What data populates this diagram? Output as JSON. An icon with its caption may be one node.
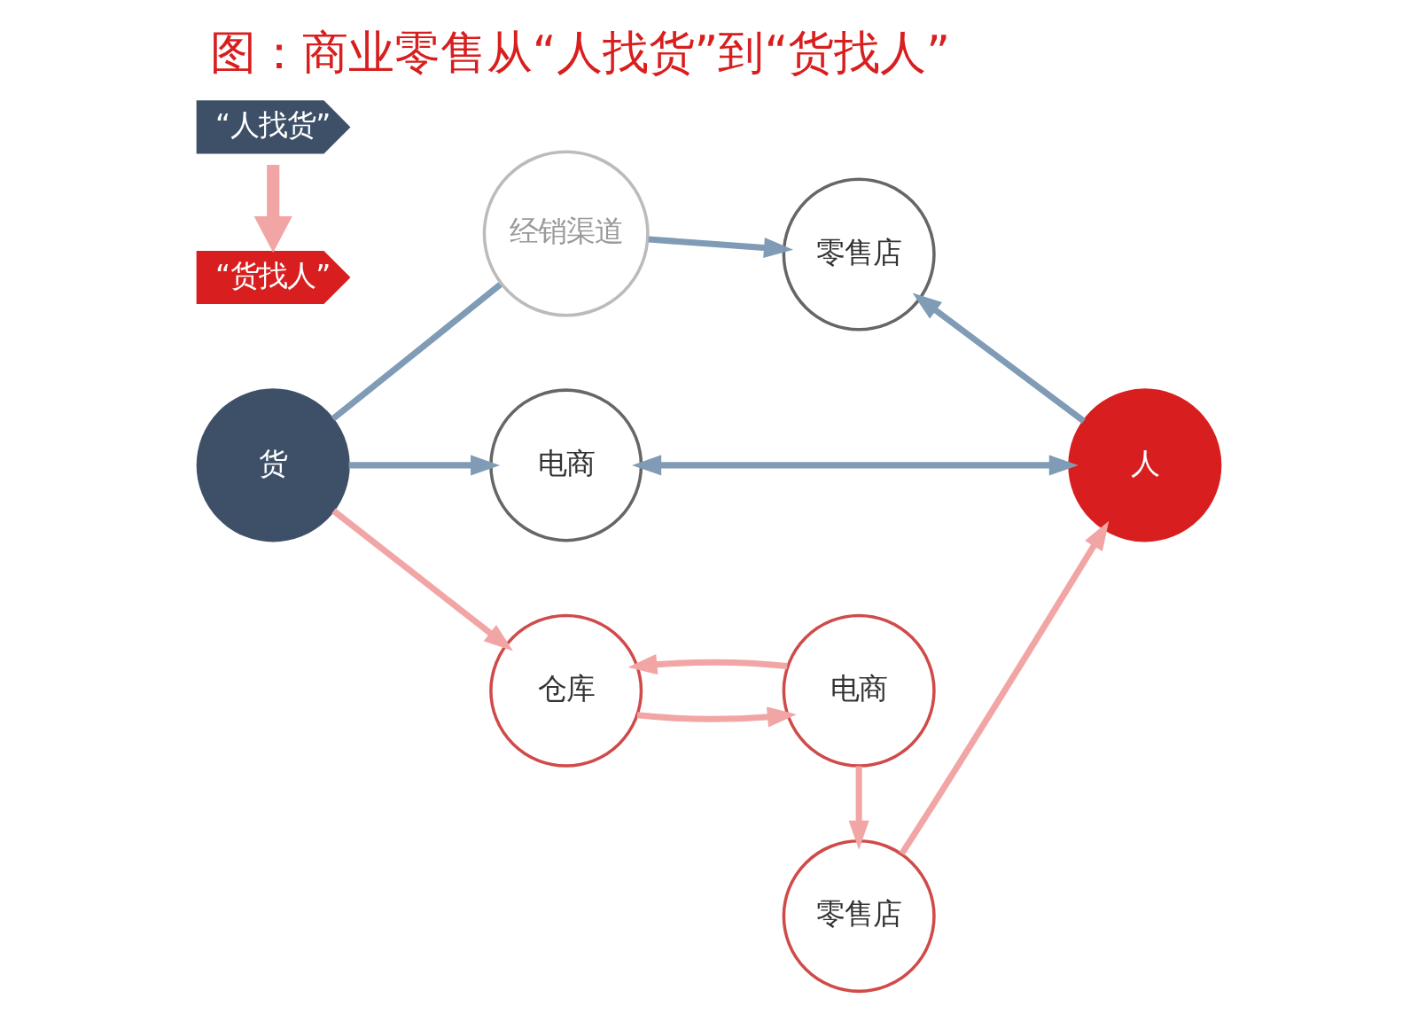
{
  "diagram": {
    "title": "图：商业零售从“人找货”到“货找人”",
    "nodes": [
      {
        "text": [
          "货"
        ]
      },
      {
        "text": [
          "经销渠道"
        ]
      },
      {
        "text": [
          "零售店"
        ]
      },
      {
        "text": [
          "电商"
        ]
      },
      {
        "text": [
          "人"
        ]
      },
      {
        "text": [
          "电商"
        ]
      },
      {
        "text": [
          "仓库"
        ]
      },
      {
        "text": [
          "零售店"
        ]
      },
      {
        "text": [
          "“人找货”"
        ]
      },
      {
        "text": [
          "“货找人”"
        ]
      }
    ],
    "edges": [
      {
        "from": 0,
        "to": 1,
        "arrow": "none",
        "color": "#7f9bb5"
      },
      {
        "from": 1,
        "to": 2,
        "arrow": "to",
        "color": "#7f9bb5"
      },
      {
        "from": 0,
        "to": 3,
        "arrow": "to",
        "color": "#7f9bb5"
      },
      {
        "from": 3,
        "to": 4,
        "arrow": "both",
        "color": "#7f9bb5"
      },
      {
        "from": 4,
        "to": 2,
        "arrow": "to",
        "color": "#7f9bb5"
      },
      {
        "from": 0,
        "to": 6,
        "arrow": "to"
      },
      {
        "from": 6,
        "to": 5,
        "arrow": "to"
      },
      {
        "from": 5,
        "to": 6,
        "arrow": "to"
      },
      {
        "from": 5,
        "to": 7,
        "arrow": "to"
      },
      {
        "from": 7,
        "to": 4,
        "arrow": "to"
      },
      {
        "from": 8,
        "to": 9,
        "arrow": "to",
        "style": "thick"
      }
    ]
  }
}
